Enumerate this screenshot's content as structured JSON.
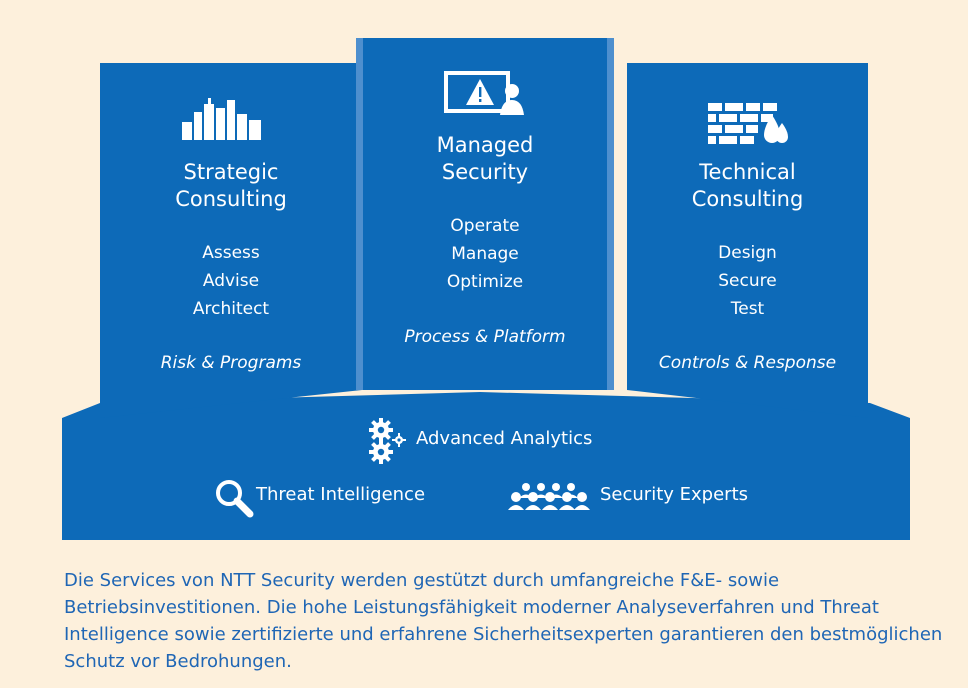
{
  "columns": [
    {
      "id": "strategic",
      "title_line1": "Strategic",
      "title_line2": "Consulting",
      "items": [
        "Assess",
        "Advise",
        "Architect"
      ],
      "tagline": "Risk & Programs",
      "icon": "city-skyline-icon"
    },
    {
      "id": "managed",
      "title_line1": "Managed",
      "title_line2": "Security",
      "items": [
        "Operate",
        "Manage",
        "Optimize"
      ],
      "tagline": "Process & Platform",
      "icon": "monitor-alert-person-icon"
    },
    {
      "id": "technical",
      "title_line1": "Technical",
      "title_line2": "Consulting",
      "items": [
        "Design",
        "Secure",
        "Test"
      ],
      "tagline": "Controls & Response",
      "icon": "firewall-icon"
    }
  ],
  "foundation": {
    "analytics": "Advanced Analytics",
    "threat": "Threat Intelligence",
    "experts": "Security Experts"
  },
  "caption": "Die Services von NTT Security werden gestützt durch umfangreiche F&E- sowie Betriebsinvestitionen. Die hohe Leistungsfähigkeit moderner Analyseverfahren und Threat Intelligence sowie zertifizierte und erfahrene Sicherheitsexperten garantieren den bestmöglichen Schutz vor Bedrohungen.",
  "colors": {
    "background": "#fdf0dc",
    "blue": "#0d6ab8",
    "blue_dark": "#0a5aa0",
    "caption_text": "#1f66b5"
  }
}
